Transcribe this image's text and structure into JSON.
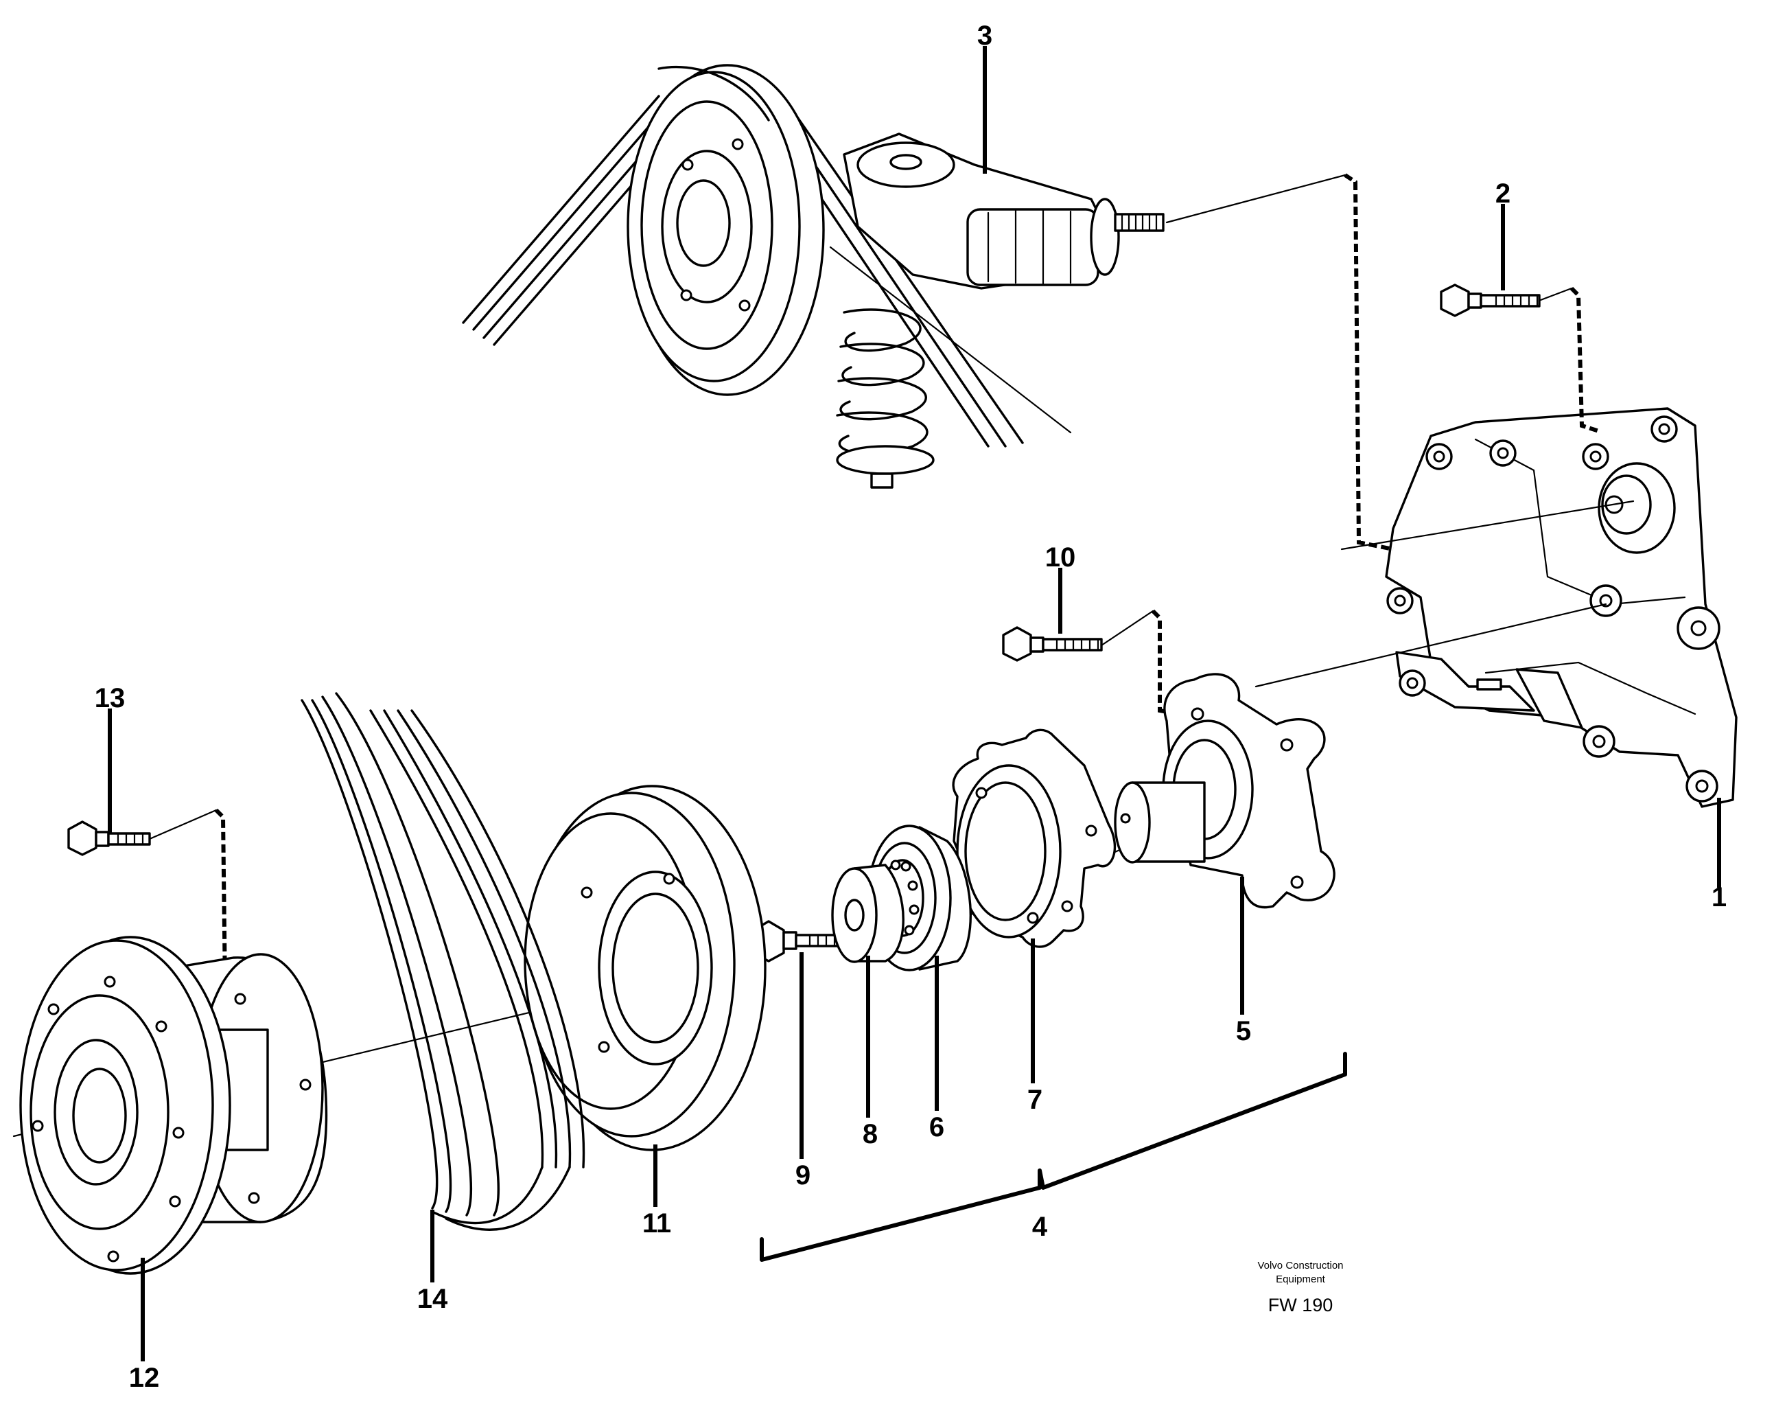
{
  "callouts": {
    "c1": "1",
    "c2": "2",
    "c3": "3",
    "c4": "4",
    "c5": "5",
    "c6": "6",
    "c7": "7",
    "c8": "8",
    "c9": "9",
    "c10": "10",
    "c11": "11",
    "c12": "12",
    "c13": "13",
    "c14": "14"
  },
  "footer": {
    "maker_line1": "Volvo Construction",
    "maker_line2": "Equipment",
    "figure_code": "FW 190"
  }
}
